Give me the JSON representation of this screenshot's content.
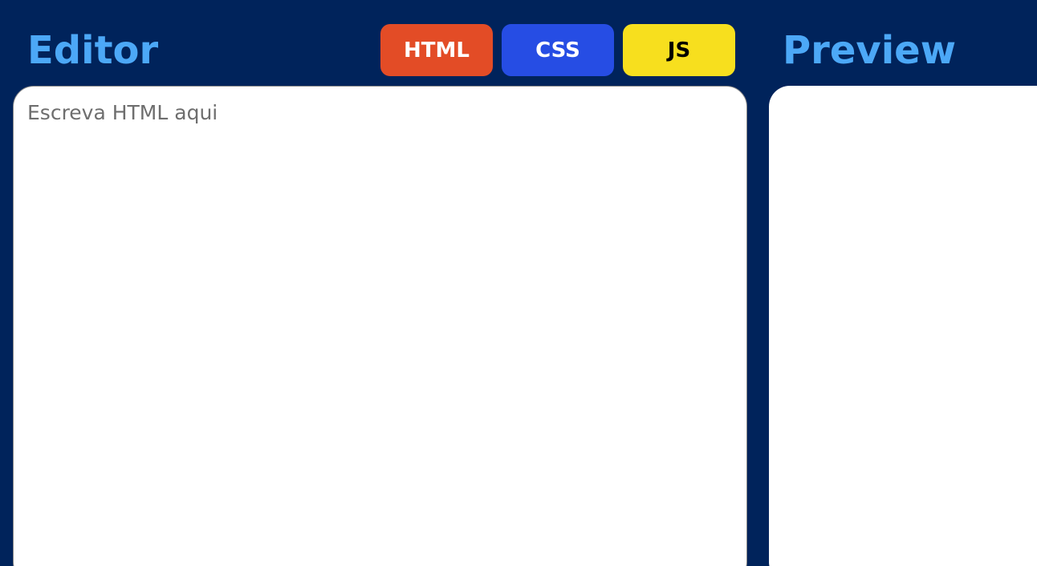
{
  "editor": {
    "title": "Editor",
    "placeholder": "Escreva HTML aqui",
    "value": ""
  },
  "tabs": [
    {
      "label": "HTML",
      "color": "#e34c26",
      "text_color": "#ffffff"
    },
    {
      "label": "CSS",
      "color": "#264de4",
      "text_color": "#ffffff"
    },
    {
      "label": "JS",
      "color": "#f7df1e",
      "text_color": "#000000"
    }
  ],
  "preview": {
    "title": "Preview"
  },
  "colors": {
    "background": "#00235b",
    "title": "#4ca8f7"
  }
}
